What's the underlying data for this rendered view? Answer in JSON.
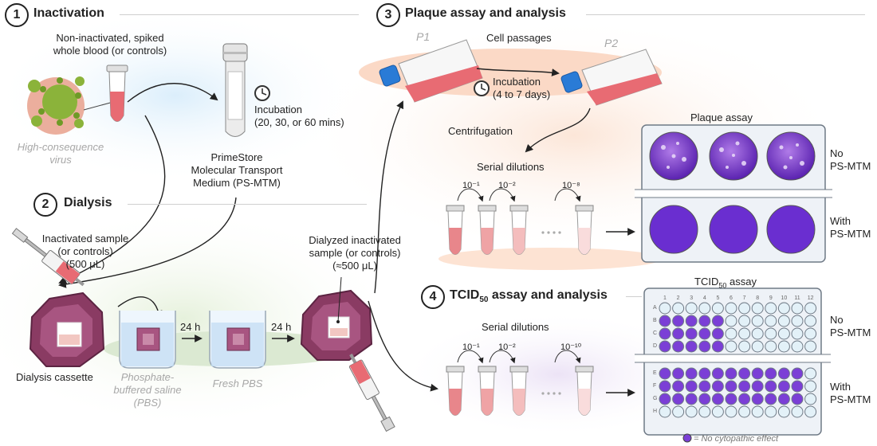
{
  "sections": {
    "s1": {
      "num": "1",
      "title": "Inactivation"
    },
    "s2": {
      "num": "2",
      "title": "Dialysis"
    },
    "s3": {
      "num": "3",
      "title": "Plaque assay and analysis"
    },
    "s4": {
      "num": "4",
      "title_main": "TCID",
      "title_sub": "50",
      "title_rest": " assay and analysis"
    }
  },
  "inactivation": {
    "sample_label": "Non-inactivated, spiked\nwhole blood (or controls)",
    "virus_label": "High-consequence\nvirus",
    "incubation": "Incubation\n(20, 30, or 60 mins)",
    "tube_label": "PrimeStore\nMolecular Transport\nMedium (PS-MTM)"
  },
  "dialysis": {
    "inactivated_sample": "Inactivated sample\n(or controls)\n(500 μL)",
    "cassette": "Dialysis cassette",
    "pbs": "Phosphate-\nbuffered saline\n(PBS)",
    "fresh_pbs": "Fresh PBS",
    "time1": "24 h",
    "time2": "24 h",
    "dialyzed_sample": "Dialyzed inactivated\nsample (or controls)\n(≈500 μL)"
  },
  "plaque": {
    "p1": "P1",
    "p2": "P2",
    "passages": "Cell passages",
    "incubation": "Incubation\n(4 to 7 days)",
    "centrifugation": "Centrifugation",
    "serial": "Serial dilutions",
    "dil1": "10⁻¹",
    "dil2": "10⁻²",
    "dil3": "10⁻⁸",
    "assay_title": "Plaque assay",
    "no_label": "No\nPS-MTM",
    "with_label": "With\nPS-MTM"
  },
  "tcid": {
    "serial": "Serial dilutions",
    "dil1": "10⁻¹",
    "dil2": "10⁻²",
    "dil3": "10⁻¹⁰",
    "assay_main": "TCID",
    "assay_sub": "50",
    "assay_rest": " assay",
    "cols": [
      "1",
      "2",
      "3",
      "4",
      "5",
      "6",
      "7",
      "8",
      "9",
      "10",
      "11",
      "12"
    ],
    "rows": [
      "A",
      "B",
      "C",
      "D",
      "E",
      "F",
      "G",
      "H"
    ],
    "no_label": "No\nPS-MTM",
    "with_label": "With\nPS-MTM",
    "legend": "= No cytopathic effect"
  },
  "colors": {
    "virus": "#8bb33a",
    "blood": "#e86b73",
    "plate_purple": "#7b3fd6",
    "cassette": "#8a3b63",
    "flask_cap": "#2a7bd6"
  }
}
